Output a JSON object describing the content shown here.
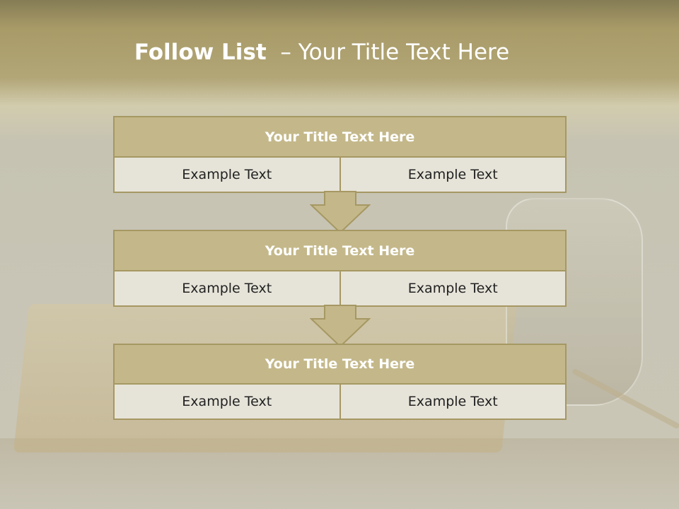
{
  "slide": {
    "title_bold": "Follow List",
    "title_rest": "  – Your Title Text Here",
    "blocks": [
      {
        "title": "Your Title Text Here",
        "left": "Example Text",
        "right": "Example Text"
      },
      {
        "title": "Your Title Text Here",
        "left": "Example Text",
        "right": "Example Text"
      },
      {
        "title": "Your Title Text Here",
        "left": "Example Text",
        "right": "Example Text"
      }
    ]
  },
  "colors": {
    "header_fill": "#c4b88a",
    "border": "#a69863",
    "cell_fill": "#e6e3d8",
    "title_text": "#ffffff"
  }
}
